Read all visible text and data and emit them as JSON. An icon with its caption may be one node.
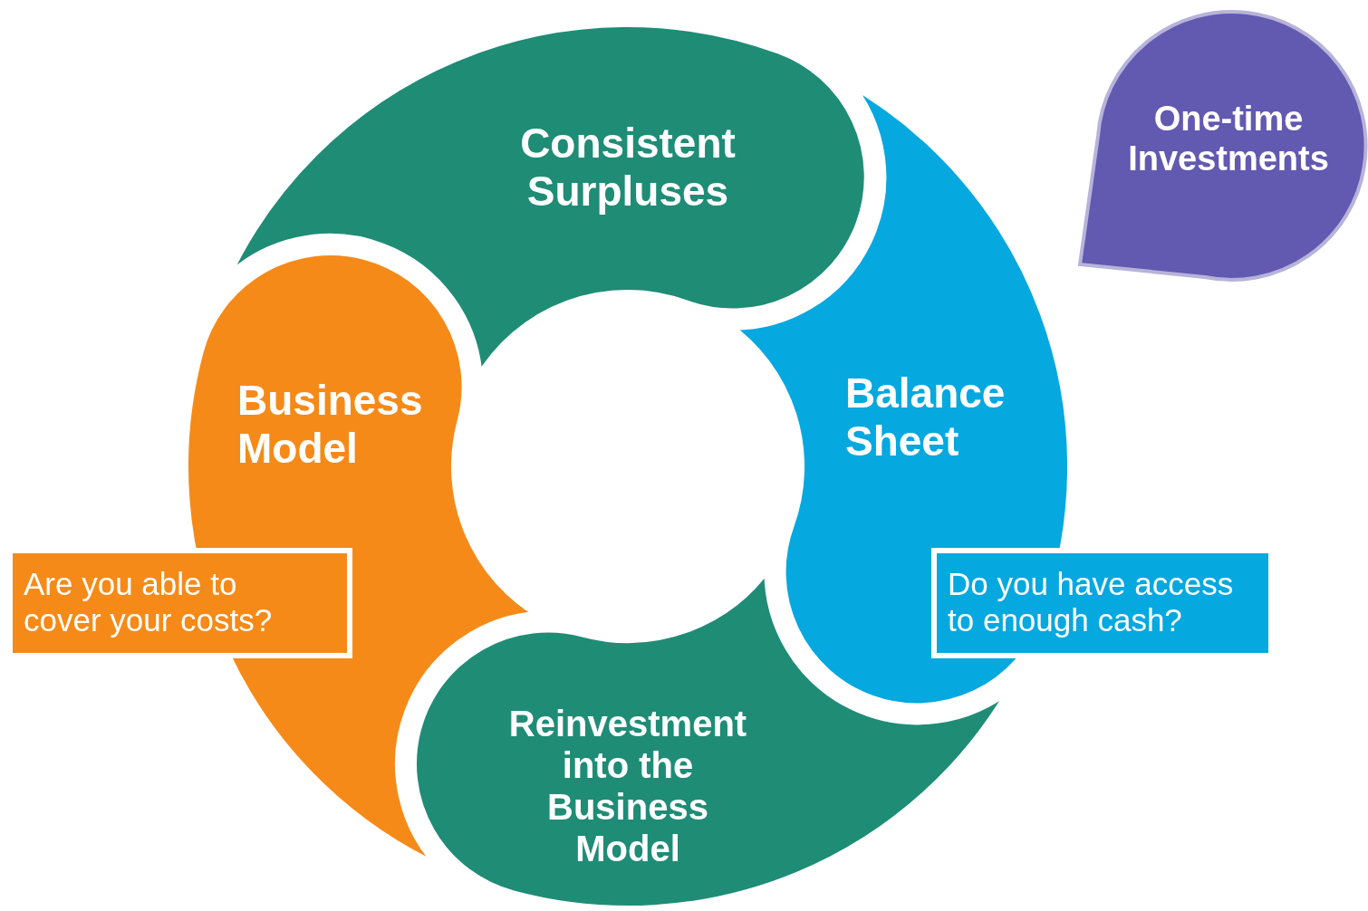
{
  "diagram": {
    "nodes": [
      {
        "text": [
          "Consistent Surpluses"
        ]
      },
      {
        "text": [
          "One-time Investments"
        ]
      },
      {
        "text": [
          "Business Model"
        ]
      },
      {
        "text": [
          "Balance Sheet"
        ]
      },
      {
        "text": [
          "Are you able to cover your costs?"
        ]
      },
      {
        "text": [
          "Do you have access to enough cash?"
        ]
      },
      {
        "text": [
          "Reinvestment into the Business Model"
        ]
      }
    ]
  }
}
